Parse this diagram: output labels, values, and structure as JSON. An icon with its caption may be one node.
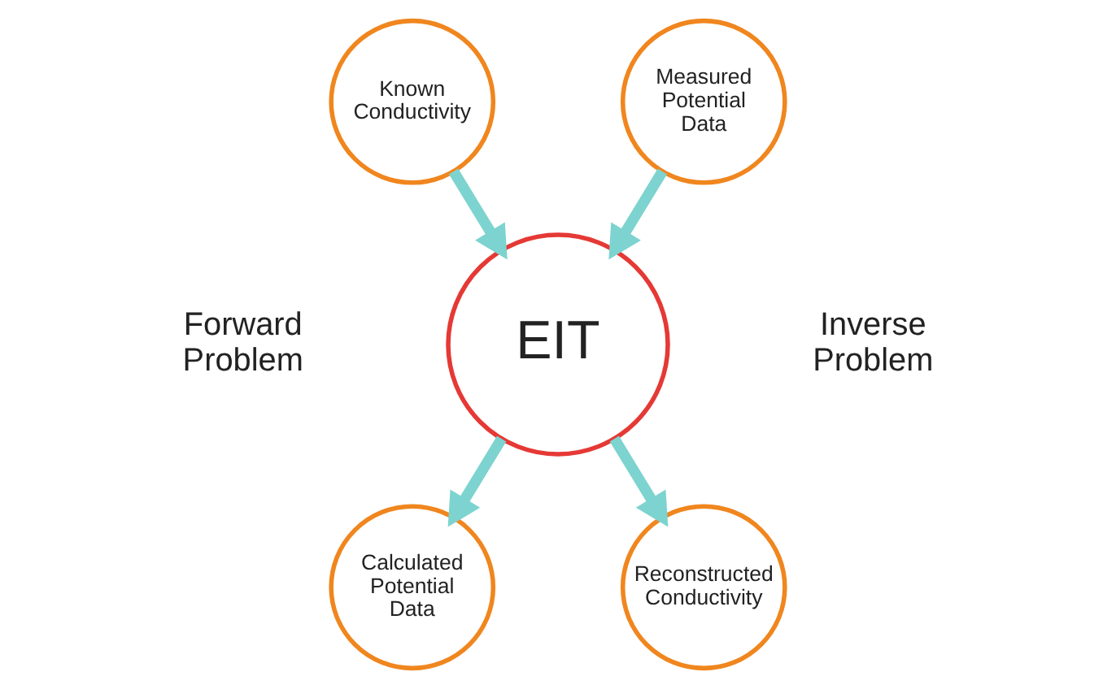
{
  "diagram": {
    "nodes": [
      {
        "text": [
          "Known Conductivity"
        ]
      },
      {
        "text": [
          "Measured Potential Data"
        ]
      },
      {
        "text": [
          "EIT"
        ]
      },
      {
        "text": [
          "Calculated Potential Data"
        ]
      },
      {
        "text": [
          "Reconstructed Conductivity"
        ]
      }
    ],
    "edges": [
      {
        "from": 0,
        "to": 2,
        "arrow": "to"
      },
      {
        "from": 1,
        "to": 2,
        "arrow": "to"
      },
      {
        "from": 2,
        "to": 3,
        "arrow": "to"
      },
      {
        "from": 2,
        "to": 4,
        "arrow": "to"
      }
    ],
    "labels": [
      "Forward Problem",
      "Inverse Problem"
    ]
  }
}
